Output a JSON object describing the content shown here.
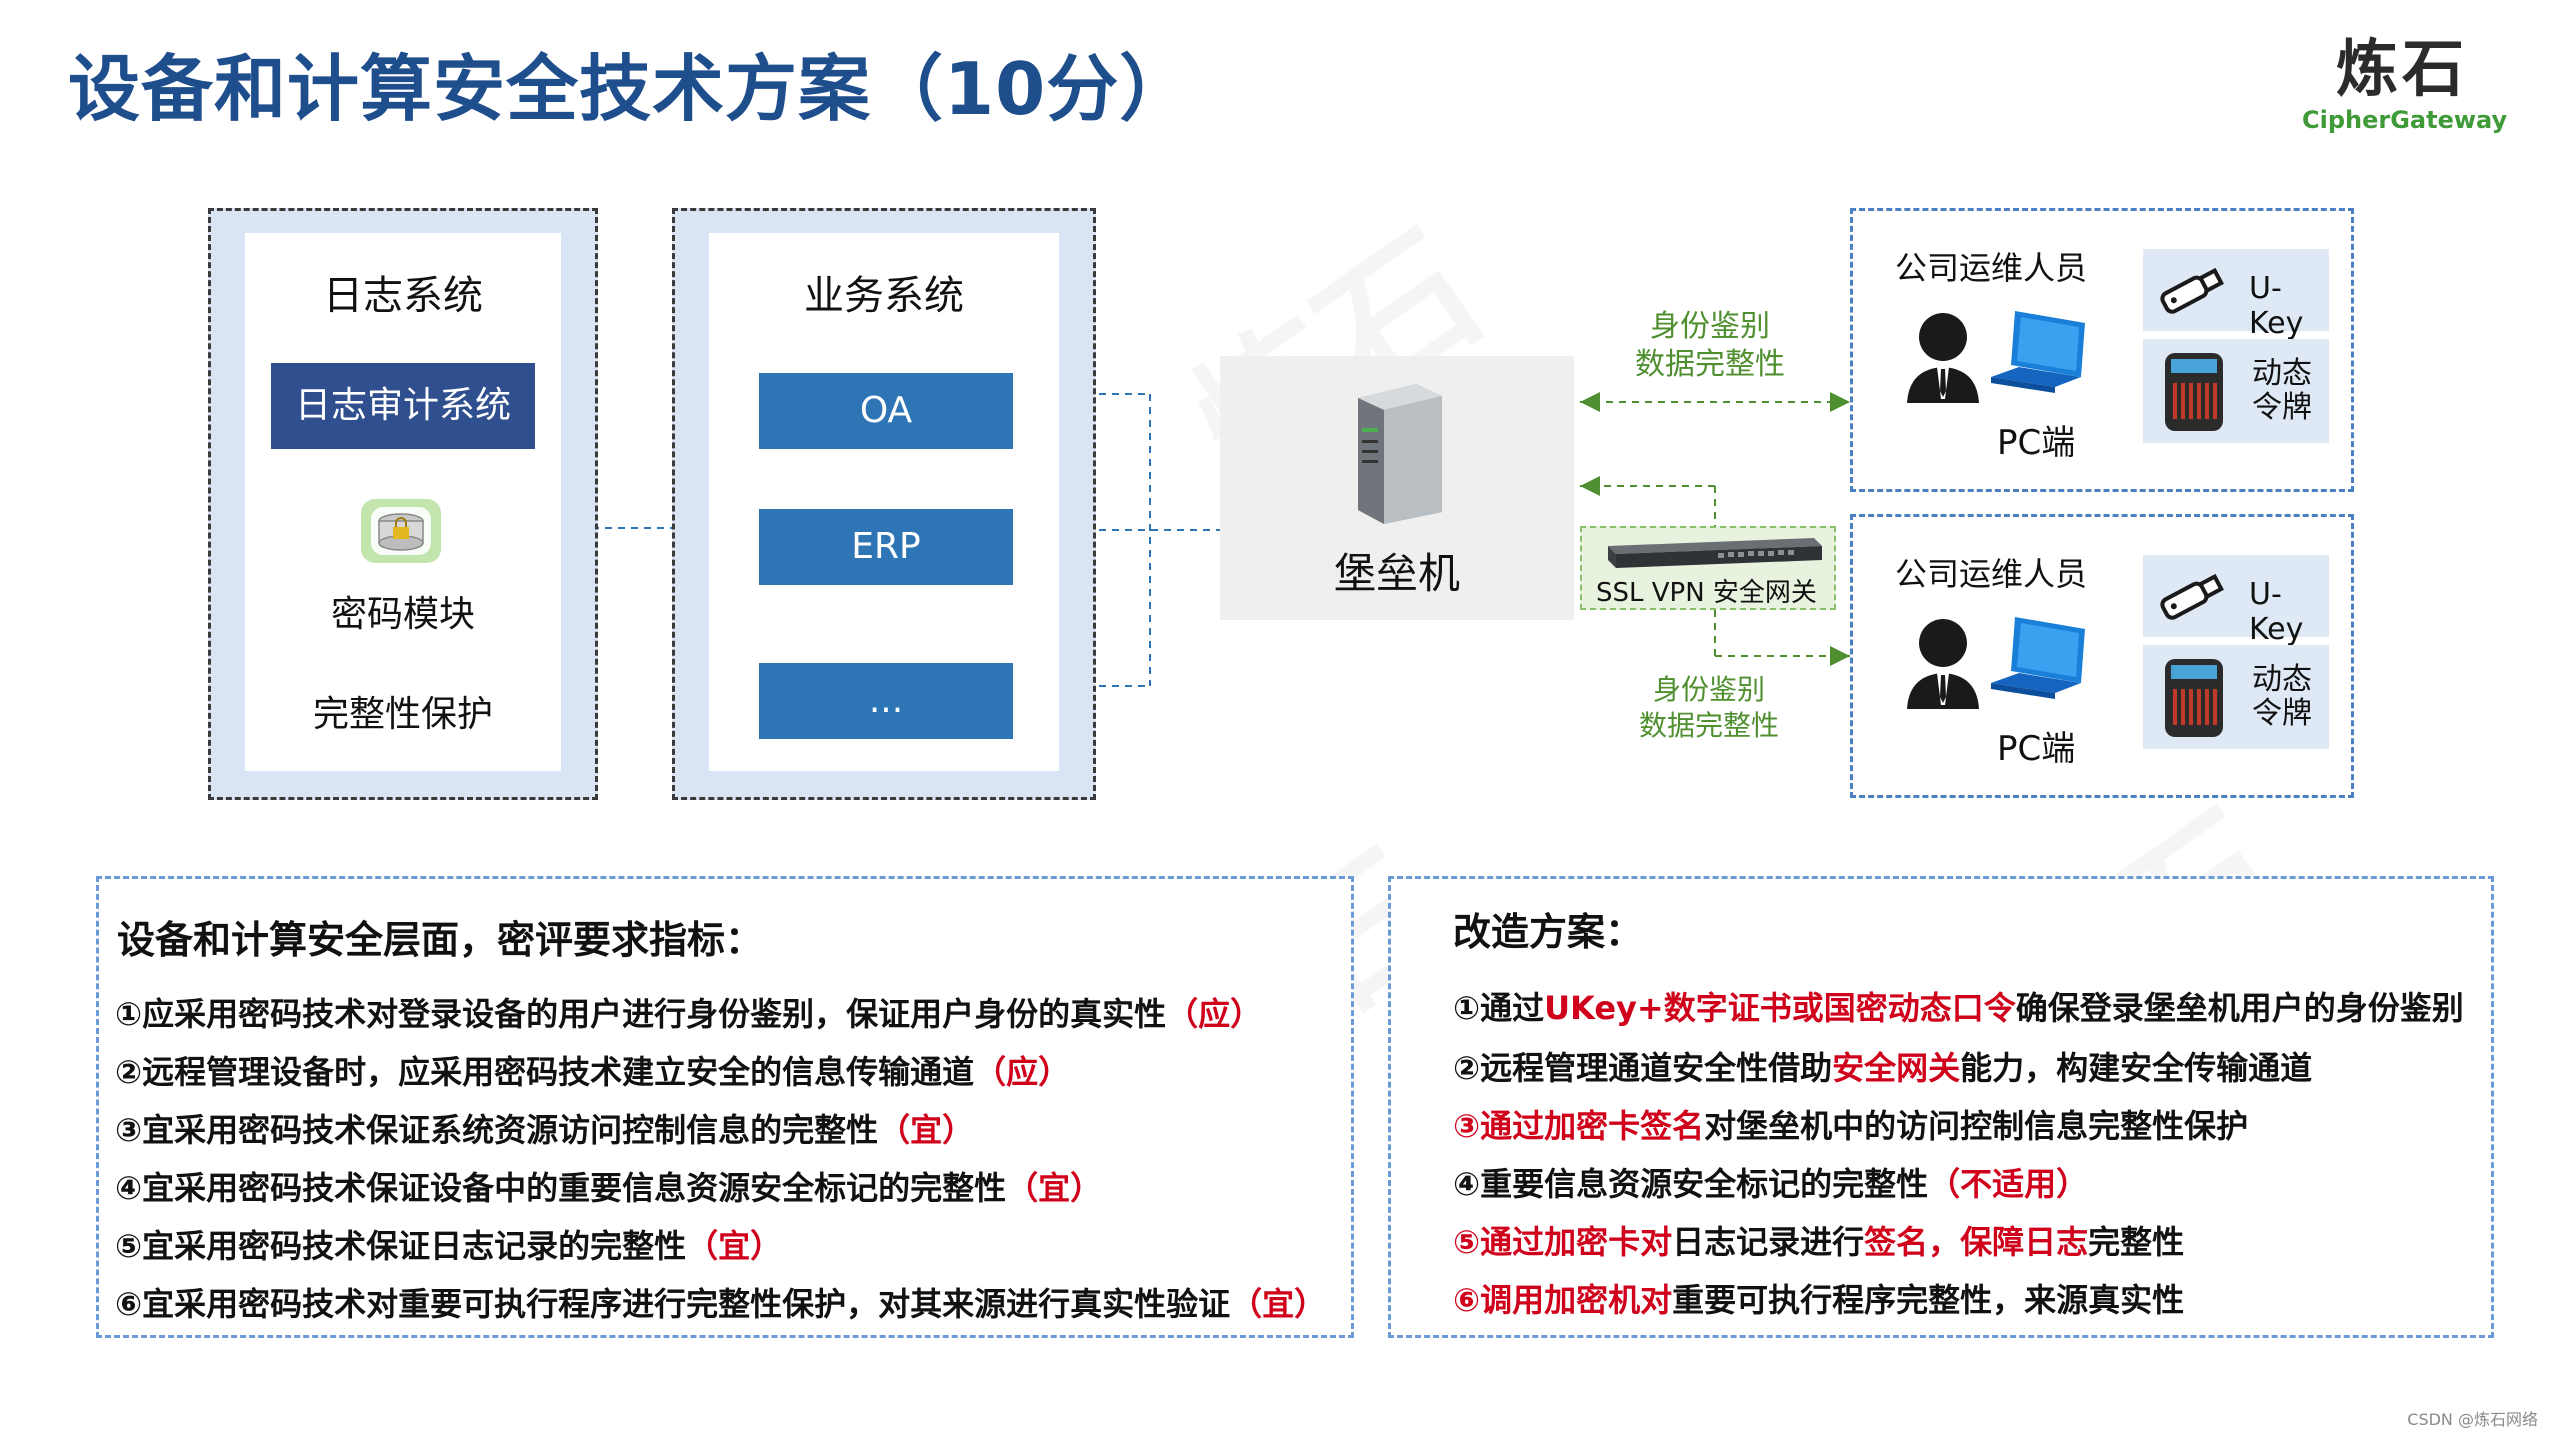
{
  "title": "设备和计算安全技术方案（10分）",
  "logo": {
    "mark": "炼石",
    "text": "CipherGateway"
  },
  "log_system": {
    "title": "日志系统",
    "audit_box": "日志审计系统",
    "crypto_module": "密码模块",
    "integrity": "完整性保护"
  },
  "business_system": {
    "title": "业务系统",
    "items": [
      "OA",
      "ERP",
      "..."
    ]
  },
  "bastion": {
    "label": "堡垒机"
  },
  "gateway": {
    "label": "SSL VPN  安全网关"
  },
  "flows": {
    "top": [
      "身份鉴别",
      "数据完整性"
    ],
    "bottom": [
      "身份鉴别",
      "数据完整性"
    ]
  },
  "ops_panels": [
    {
      "persons": "公司运维人员",
      "pc": "PC端",
      "ukey": "U-Key",
      "token": [
        "动态",
        "令牌"
      ]
    },
    {
      "persons": "公司运维人员",
      "pc": "PC端",
      "ukey": "U-Key",
      "token": [
        "动态",
        "令牌"
      ]
    }
  ],
  "requirements": {
    "title": "设备和计算安全层面，密评要求指标：",
    "lines": [
      {
        "text": "①应采用密码技术对登录设备的用户进行身份鉴别，保证用户身份的真实性",
        "tag": "（应）"
      },
      {
        "text": "②远程管理设备时，应采用密码技术建立安全的信息传输通道",
        "tag": "（应）"
      },
      {
        "text": "③宜采用密码技术保证系统资源访问控制信息的完整性",
        "tag": "（宜）"
      },
      {
        "text": "④宜采用密码技术保证设备中的重要信息资源安全标记的完整性",
        "tag": "（宜）"
      },
      {
        "text": "⑤宜采用密码技术保证日志记录的完整性",
        "tag": "（宜）"
      },
      {
        "text": "⑥宜采用密码技术对重要可执行程序进行完整性保护，对其来源进行真实性验证",
        "tag": "（宜）"
      }
    ]
  },
  "solution": {
    "title": "改造方案：",
    "lines": [
      [
        {
          "t": "①通过",
          "r": false
        },
        {
          "t": "UKey+数字证书或国密动态口令",
          "r": true
        },
        {
          "t": "确保登录堡垒机用户的身份鉴别",
          "r": false
        }
      ],
      [
        {
          "t": "②远程管理通道安全性借助",
          "r": false
        },
        {
          "t": "安全网关",
          "r": true
        },
        {
          "t": "能力，构建安全传输通道",
          "r": false
        }
      ],
      [
        {
          "t": "③通过加密卡签名",
          "r": true
        },
        {
          "t": "对堡垒机中的访问控制信息完整性保护",
          "r": false
        }
      ],
      [
        {
          "t": "④重要信息资源安全标记的完整性",
          "r": false
        },
        {
          "t": "（不适用）",
          "r": true
        }
      ],
      [
        {
          "t": "⑤通过加密卡对",
          "r": true
        },
        {
          "t": "日志记录进行",
          "r": false
        },
        {
          "t": "签名，保障日志",
          "r": true
        },
        {
          "t": "完整性",
          "r": false
        }
      ],
      [
        {
          "t": "⑥调用加密机对",
          "r": true
        },
        {
          "t": "重要可执行程序完整性，来源真实性",
          "r": false
        }
      ]
    ]
  },
  "footer": "CSDN @炼石网络",
  "colors": {
    "title": "#1f4e8c",
    "accent_red": "#d0021b",
    "green": "#4f8f2f",
    "box_blue": "#2e75b6",
    "box_dark": "#2f4f8f"
  }
}
